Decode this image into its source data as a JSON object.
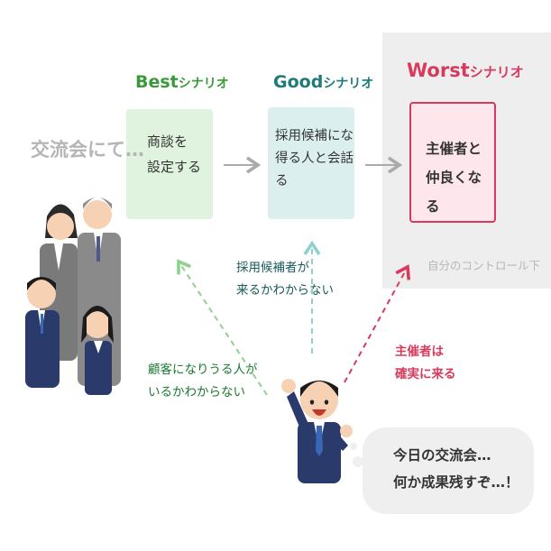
{
  "intro": "交流会にて…",
  "columns": {
    "best": {
      "title_big": "Best",
      "title_small": "シナリオ",
      "lines": [
        "商談を",
        "設定する"
      ]
    },
    "good": {
      "title_big": "Good",
      "title_small": "シナリオ",
      "lines": [
        "採用候補にな",
        "得る人と会話",
        "る"
      ]
    },
    "worst": {
      "title_big": "Worst",
      "title_small": "シナリオ",
      "lines": [
        "主催者と",
        "仲良くなる"
      ],
      "control_label": "自分のコントロール下"
    }
  },
  "notes": {
    "customer": [
      "顧客になりうる人が",
      "いるかわからない"
    ],
    "candidate": [
      "採用候補者が",
      "来るかわからない"
    ],
    "host": [
      "主催者は",
      "確実に来る"
    ]
  },
  "bubble": [
    "今日の交流会…",
    "何か成果残すぞ…！"
  ],
  "colors": {
    "best": "#3a9a3a",
    "good": "#1f7a7a",
    "worst": "#d83a5e",
    "panel": "#eeeeee"
  },
  "icons": [
    "group-of-business-people-illustration",
    "cheering-businessman-illustration",
    "arrow-right-icon",
    "dashed-arrow-icon"
  ]
}
